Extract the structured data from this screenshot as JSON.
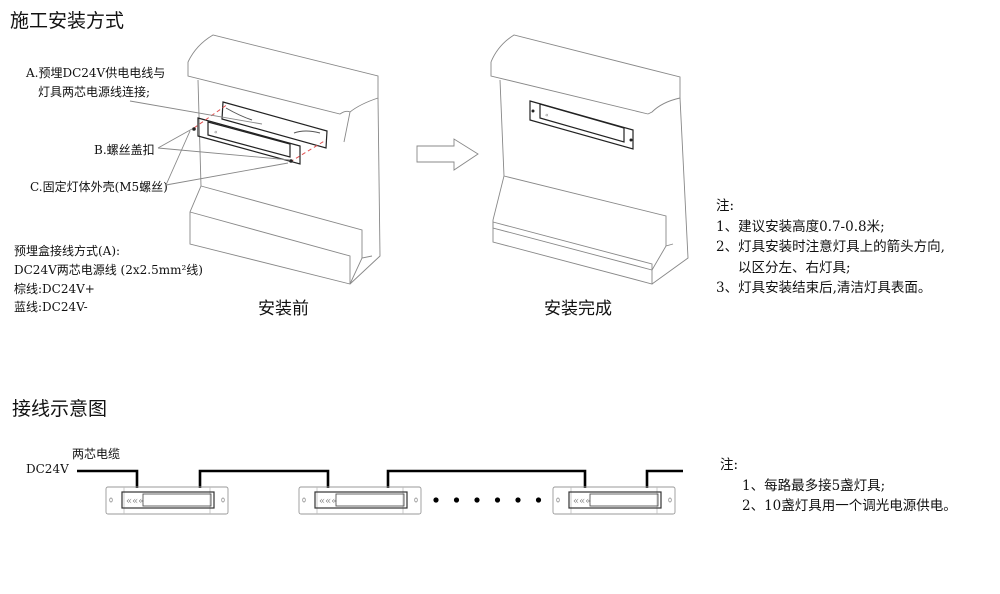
{
  "install_section": {
    "title": "施工安装方式",
    "callouts": {
      "a_line1": "A.预埋DC24V供电电线与",
      "a_line2": "灯具两芯电源线连接;",
      "b": "B.螺丝盖扣",
      "c": "C.固定灯体外壳(M5螺丝)"
    },
    "wiring_method": {
      "title": "预埋盒接线方式(A):",
      "cable": "DC24V两芯电源线 (2x2.5mm²线)",
      "brown": "棕线:DC24V+",
      "blue": "蓝线:DC24V-"
    },
    "before_caption": "安装前",
    "after_caption": "安装完成",
    "notes": {
      "title": "注:",
      "items": [
        "1、建议安装高度0.7-0.8米;",
        "2、灯具安装时注意灯具上的箭头方向,",
        "以区分左、右灯具;",
        "3、灯具安装结束后,清洁灯具表面。"
      ]
    }
  },
  "wiring_section": {
    "title": "接线示意图",
    "cable_label": "两芯电缆",
    "power_label": "DC24V",
    "ellipsis_dots": 6,
    "notes": {
      "title": "注:",
      "items": [
        "1、每路最多接5盏灯具;",
        "2、10盏灯具用一个调光电源供电。"
      ]
    }
  },
  "colors": {
    "line": "#888888",
    "wire": "#000000",
    "guide": "#e05050"
  }
}
